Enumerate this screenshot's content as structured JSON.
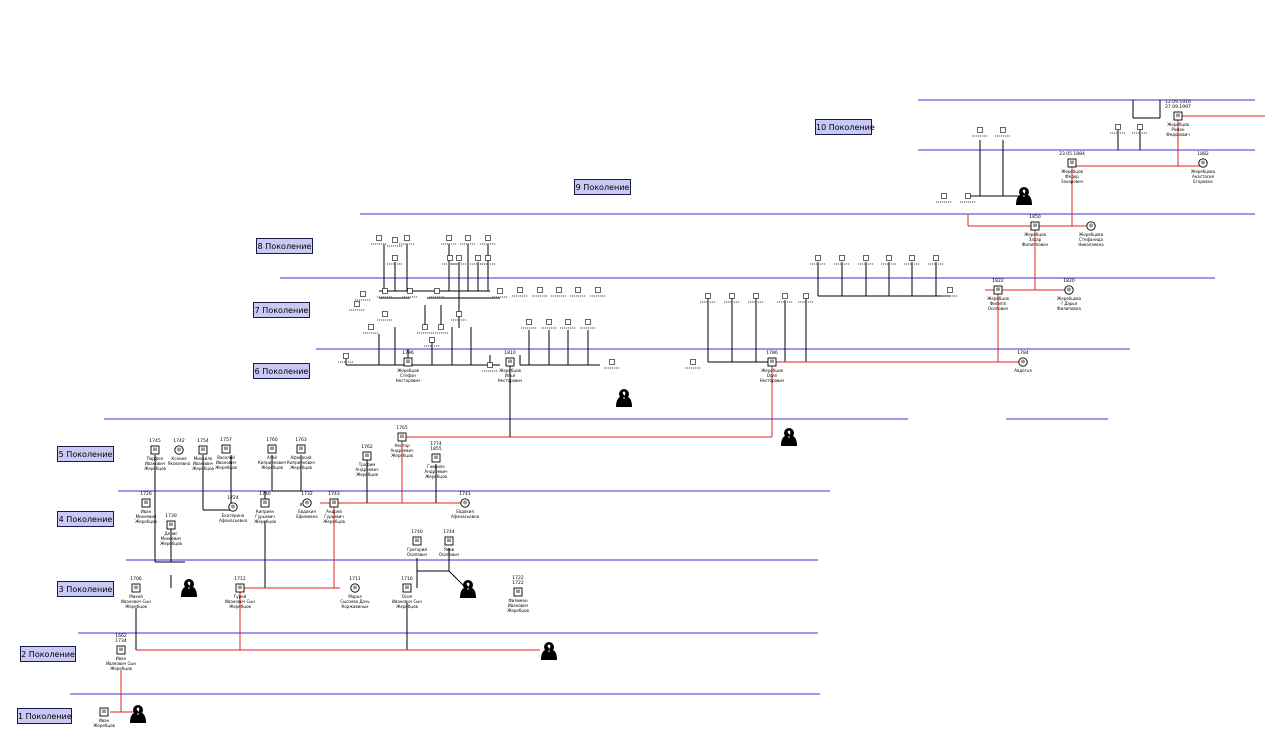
{
  "generations": [
    {
      "label": "1 Поколение"
    },
    {
      "label": "2 Поколение"
    },
    {
      "label": "3 Поколение"
    },
    {
      "label": "4 Поколение"
    },
    {
      "label": "5 Поколение"
    },
    {
      "label": "6 Поколение"
    },
    {
      "label": "7 Поколение"
    },
    {
      "label": "8 Поколение"
    },
    {
      "label": "9 Поколение"
    },
    {
      "label": "10 Поколение"
    }
  ],
  "persons": {
    "ivan1": {
      "name": "Иван\nЖеребцов",
      "years": ""
    },
    "ivan2": {
      "name": "Иван\nИванович Сын\nЖеребцов",
      "years": "1662\n1734"
    },
    "mikhei": {
      "name": "Михей\nИванович Сын\nЖеребцов",
      "years": "1706"
    },
    "gurei": {
      "name": "Гурей\nИванович Сын\nЖеребцов",
      "years": "1712"
    },
    "marya": {
      "name": "Марья\nСысоева Дочь\nКоржавиных",
      "years": "1711"
    },
    "osip3": {
      "name": "Осип\nИванович Сын\nЖеребцов",
      "years": "1716"
    },
    "filimon": {
      "name": "Филимон\nИванович\nЖеребцов",
      "years": "1722\n1722"
    },
    "grigory": {
      "name": "Григорий\nОсипович",
      "years": "1740"
    },
    "yakov": {
      "name": "Яков\nОсипович",
      "years": "1744"
    },
    "ivan4": {
      "name": "Иван\nМихеевич\nЖеребцов",
      "years": "1726"
    },
    "denis": {
      "name": "Денис\nМихеевич\nЖеребцов",
      "years": "1730"
    },
    "ekaterina": {
      "name": "Екатерина\nАфонасьевна",
      "years": "1724"
    },
    "kiprian": {
      "name": "Киприян\nГурьевич\nЖеребцов",
      "years": "1740"
    },
    "evdokia": {
      "name": "Евдокия\nЕфимовна",
      "years": "1732"
    },
    "andrei": {
      "name": "Андрей\nГурьевич\nЖеребцов",
      "years": "1743"
    },
    "evdokia2": {
      "name": "Евдокия\nАфанасьевна",
      "years": "1741"
    },
    "parfen": {
      "name": "Парфен\nИванович\nЖеребцов",
      "years": "1745"
    },
    "ksenia": {
      "name": "Ксения\nЯковлевна",
      "years": "1742"
    },
    "mikhailo": {
      "name": "Михайло\nИванович\nЖеребцов",
      "years": "1754"
    },
    "vasily": {
      "name": "Василий\nИванович\nЖеребцов",
      "years": "1757"
    },
    "agei": {
      "name": "Агей\nКиприянович\nЖеребцов",
      "years": "1760"
    },
    "afanasy": {
      "name": "Афанасий\nКиприянович\nЖеребцов",
      "years": "1763"
    },
    "trofim": {
      "name": "Трофим\nАндреевич\nЖеребцов",
      "years": "1762"
    },
    "nestor": {
      "name": "Нестор\nАндреевич\nЖеребцов",
      "years": "1765"
    },
    "gavrilo": {
      "name": "Гаврило\nАндреевич\nЖеребцов",
      "years": "1774\n1855"
    },
    "stefan": {
      "name": "Жеребцов\nСтефан\nНесторович",
      "years": "1796"
    },
    "ilya": {
      "name": "Жеребцов\nИлья\nНесторович",
      "years": "1810"
    },
    "osip6": {
      "name": "Жеребцов\nОсип\nНесторович",
      "years": "1786"
    },
    "avdotya": {
      "name": "Авдотья",
      "years": "1784"
    },
    "filipp": {
      "name": "Жеребцов\nФилипп\nОсипович",
      "years": "1822"
    },
    "darya": {
      "name": "Жеребцова\n? Дарья\nФилиповна",
      "years": "1820"
    },
    "zakhar": {
      "name": "Жеребцов\nЗахар\nФилиппович",
      "years": "1850"
    },
    "stefanida": {
      "name": "Жеребцова\nСтефанида\nНиколаевна",
      "years": ""
    },
    "fedor": {
      "name": "Жеребцов\nФедор\nЗахарович",
      "years": "23.05.1884"
    },
    "anastasia": {
      "name": "Жеребцова\nАнастасия\nЕгоровна",
      "years": "1882"
    },
    "roman": {
      "name": "Жеребцов\nРоман\nФедорович",
      "years": "12.09.1916\n27.09.1997"
    }
  }
}
